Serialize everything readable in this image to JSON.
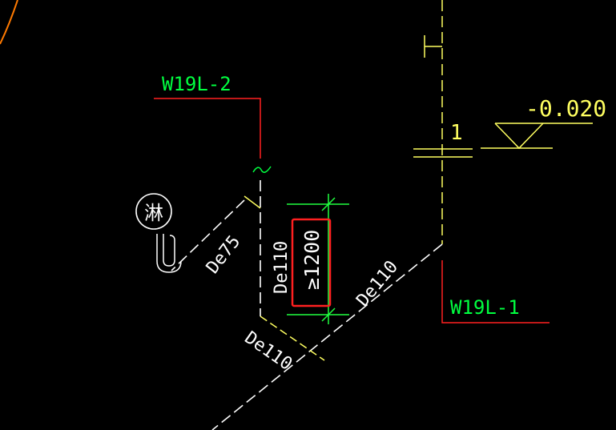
{
  "labels": {
    "riser_left": "W19L-2",
    "riser_right": "W19L-1",
    "elevation": "-0.020",
    "marker_number": "1",
    "shower_symbol": "淋",
    "pipe_de75": "De75",
    "pipe_de110_vertical": "De110",
    "pipe_de110_diag_right": "De110",
    "pipe_de110_diag_bottom": "De110",
    "dimension": "≥1200"
  },
  "colors": {
    "background": "#000000",
    "pipe": "#ffffff",
    "label_green": "#00ff40",
    "leader_red": "#ff2020",
    "yellow": "#ffff60",
    "highlight_box": "#ff2020",
    "arc_orange": "#ff7a00",
    "dim_green": "#20ff40"
  }
}
